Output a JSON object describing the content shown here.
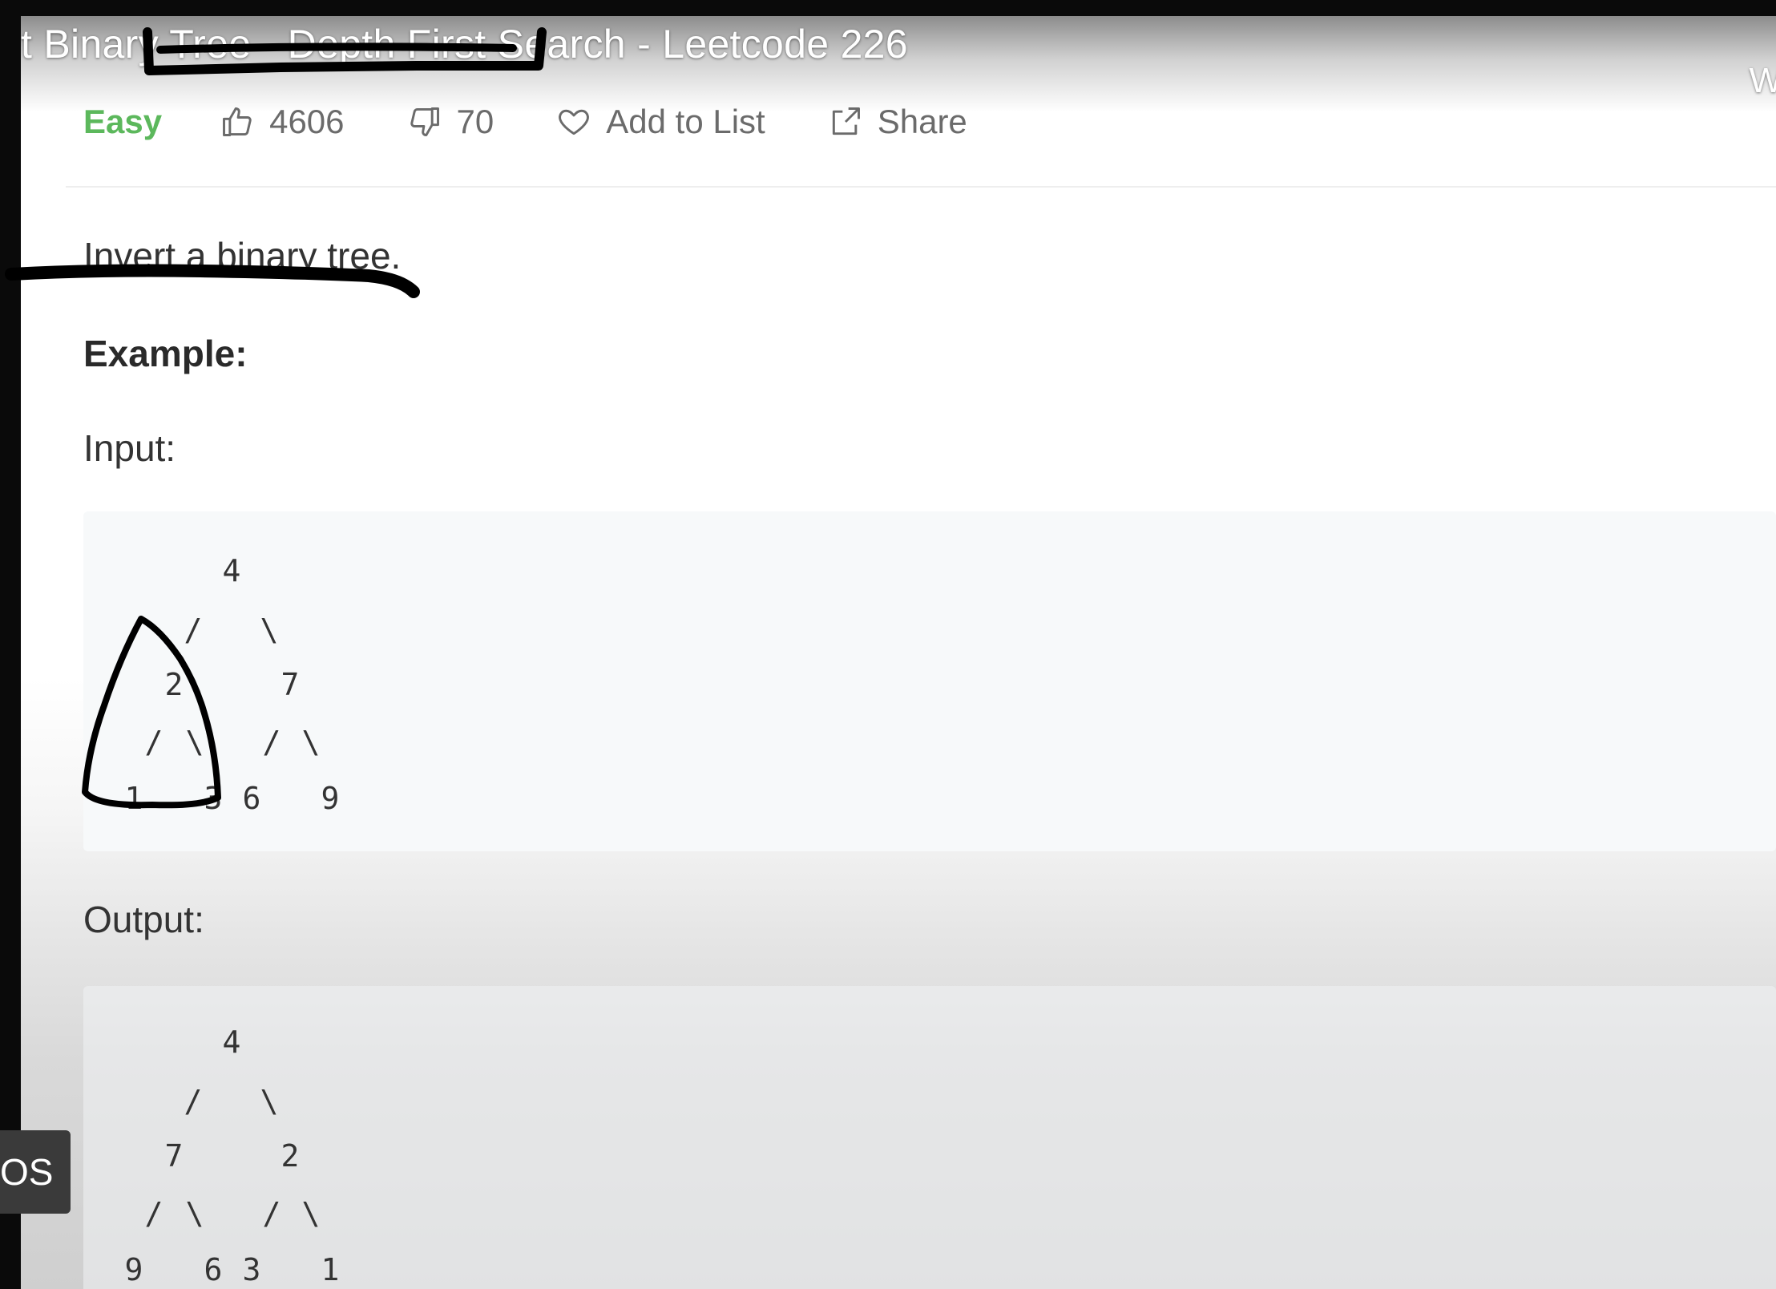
{
  "video": {
    "title": "t Binary Tree - Depth First Search - Leetcode 226",
    "right_edge_text": "W",
    "chip_text": "OS"
  },
  "problem": {
    "difficulty": "Easy",
    "likes": "4606",
    "dislikes": "70",
    "add_to_list": "Add to List",
    "share": "Share",
    "description": "Invert a binary tree.",
    "example_label": "Example:",
    "input_label": "Input:",
    "output_label": "Output:"
  },
  "input_tree": {
    "root": "4",
    "edge_root_left": "/",
    "edge_root_right": "\\",
    "left": "2",
    "right": "7",
    "edge_ll": "/",
    "edge_lr": "\\",
    "edge_rl": "/",
    "edge_rr": "\\",
    "ll": "1",
    "lr": "3",
    "rl": "6",
    "rr": "9"
  },
  "output_tree": {
    "root": "4",
    "edge_root_left": "/",
    "edge_root_right": "\\",
    "left": "7",
    "right": "2",
    "edge_ll": "/",
    "edge_lr": "\\",
    "edge_rl": "/",
    "edge_rr": "\\",
    "ll": "9",
    "lr": "6",
    "rl": "3",
    "rr": "1"
  },
  "colors": {
    "difficulty": "#5cb85c",
    "ink": "#000000",
    "code_bg": "#f7f9fa"
  },
  "icons": [
    "thumbs-up-icon",
    "thumbs-down-icon",
    "heart-icon",
    "share-icon"
  ]
}
